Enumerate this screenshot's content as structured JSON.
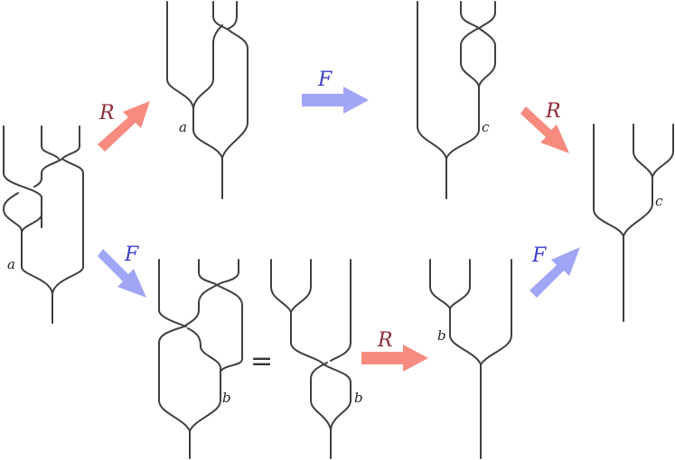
{
  "colors": {
    "wire": "#3d3f43",
    "r_arrow": "#f78b7f",
    "f_arrow": "#a0a6f5",
    "r_label": "#8c2a35",
    "f_label": "#3b3ccc"
  },
  "arrows": [
    {
      "id": "r-top-left",
      "label": "R",
      "kind": "r"
    },
    {
      "id": "f-top",
      "label": "F",
      "kind": "f"
    },
    {
      "id": "r-top-right",
      "label": "R",
      "kind": "r"
    },
    {
      "id": "f-bottom-left",
      "label": "F",
      "kind": "f"
    },
    {
      "id": "r-bottom",
      "label": "R",
      "kind": "r"
    },
    {
      "id": "f-bottom-right",
      "label": "F",
      "kind": "f"
    }
  ],
  "labels": {
    "d1": "a",
    "d2": "a",
    "d3": "c",
    "d4": "c",
    "d5": "b",
    "d6": "b",
    "d7": "b"
  },
  "equals": "="
}
